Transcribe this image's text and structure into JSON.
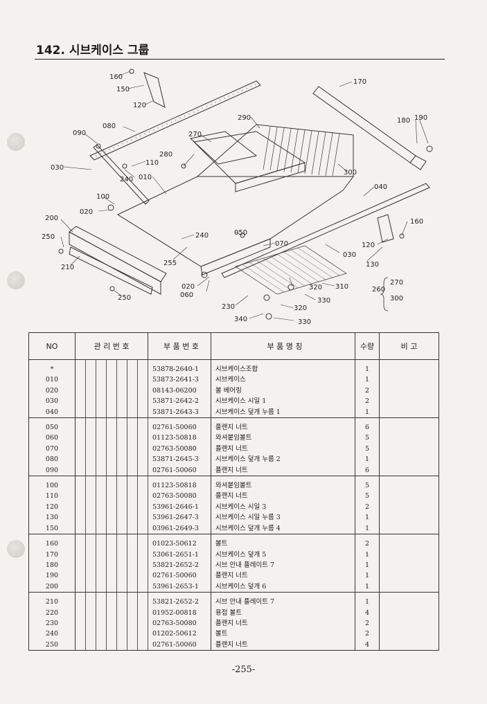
{
  "page": {
    "title": "142. 시브케이스 그룹",
    "page_number": "-255-"
  },
  "diagram": {
    "callouts": [
      "160",
      "150",
      "120",
      "080",
      "090",
      "030",
      "270",
      "110",
      "280",
      "240",
      "010",
      "290",
      "170",
      "180",
      "190",
      "300",
      "040",
      "100",
      "020",
      "200",
      "250",
      "240",
      "050",
      "070",
      "255",
      "210",
      "020",
      "060",
      "030",
      "120",
      "130",
      "160",
      "250",
      "230",
      "320",
      "310",
      "330",
      "340",
      "320",
      "330",
      "260",
      "270",
      "300"
    ]
  },
  "table": {
    "headers": {
      "no": "NO",
      "mgmt": "관 리 번 호",
      "part_no": "부 품 번 호",
      "name": "부    품    명    칭",
      "qty": "수량",
      "remark": "비  고"
    },
    "groups": [
      [
        {
          "no": "*",
          "part_no": "53878-2640-1",
          "name": "시브케이스조합",
          "qty": "1"
        },
        {
          "no": "010",
          "part_no": "53873-2641-3",
          "name": "시브케이스",
          "qty": "1"
        },
        {
          "no": "020",
          "part_no": "08143-06200",
          "name": "볼 베어링",
          "qty": "2"
        },
        {
          "no": "030",
          "part_no": "53871-2642-2",
          "name": "시브케이스 시일 1",
          "qty": "2"
        },
        {
          "no": "040",
          "part_no": "53871-2643-3",
          "name": "시브케이스 덮개 누름 1",
          "qty": "1"
        }
      ],
      [
        {
          "no": "050",
          "part_no": "02761-50060",
          "name": "플랜지 너트",
          "qty": "6"
        },
        {
          "no": "060",
          "part_no": "01123-50818",
          "name": "와셔붙임볼트",
          "qty": "5"
        },
        {
          "no": "070",
          "part_no": "02763-50080",
          "name": "플랜지 너트",
          "qty": "5"
        },
        {
          "no": "080",
          "part_no": "53871-2645-3",
          "name": "시브케이스 덮개 누름 2",
          "qty": "1"
        },
        {
          "no": "090",
          "part_no": "02761-50060",
          "name": "플랜지 너트",
          "qty": "6"
        }
      ],
      [
        {
          "no": "100",
          "part_no": "01123-50818",
          "name": "와셔붙임볼트",
          "qty": "5"
        },
        {
          "no": "110",
          "part_no": "02763-50080",
          "name": "플랜지 너트",
          "qty": "5"
        },
        {
          "no": "120",
          "part_no": "53961-2646-1",
          "name": "시브케이스 시일 3",
          "qty": "2"
        },
        {
          "no": "130",
          "part_no": "53961-2647-3",
          "name": "시브케이스 시일 누름 3",
          "qty": "1"
        },
        {
          "no": "150",
          "part_no": "03961-2649-3",
          "name": "시브케이스 덮개 누름 4",
          "qty": "1"
        }
      ],
      [
        {
          "no": "160",
          "part_no": "01023-50612",
          "name": "볼트",
          "qty": "2"
        },
        {
          "no": "170",
          "part_no": "53061-2651-1",
          "name": "시브케이스 덮개 5",
          "qty": "1"
        },
        {
          "no": "180",
          "part_no": "53821-2652-2",
          "name": "시브 안내 플레이트 7",
          "qty": "1"
        },
        {
          "no": "190",
          "part_no": "02761-50060",
          "name": "플랜지 너트",
          "qty": "1"
        },
        {
          "no": "200",
          "part_no": "53961-2653-1",
          "name": "시브케이스 덮개 6",
          "qty": "1"
        }
      ],
      [
        {
          "no": "210",
          "part_no": "53821-2652-2",
          "name": "시브 안내 플레이트 7",
          "qty": "1"
        },
        {
          "no": "220",
          "part_no": "01952-00818",
          "name": "용접 볼트",
          "qty": "4"
        },
        {
          "no": "230",
          "part_no": "02763-50080",
          "name": "플랜지 너트",
          "qty": "2"
        },
        {
          "no": "240",
          "part_no": "01202-50612",
          "name": "볼트",
          "qty": "2"
        },
        {
          "no": "250",
          "part_no": "02761-50060",
          "name": "플랜지 너트",
          "qty": "4"
        }
      ]
    ]
  }
}
